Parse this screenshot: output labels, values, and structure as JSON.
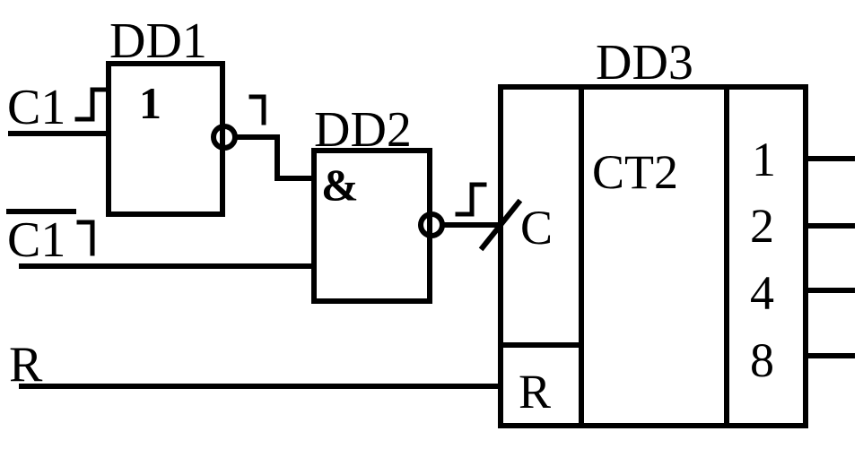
{
  "colors": {
    "ink": "#000000",
    "background": "#ffffff"
  },
  "dd1": {
    "label": "DD1",
    "symbol": "1"
  },
  "dd2": {
    "label": "DD2",
    "symbol": "&"
  },
  "dd3": {
    "label": "DD3",
    "function": "CT2",
    "clock_input": "C",
    "reset_input": "R",
    "outputs": [
      "1",
      "2",
      "4",
      "8"
    ]
  },
  "inputs": {
    "c1": "C1",
    "c1_inverted": "C1",
    "reset": "R"
  }
}
